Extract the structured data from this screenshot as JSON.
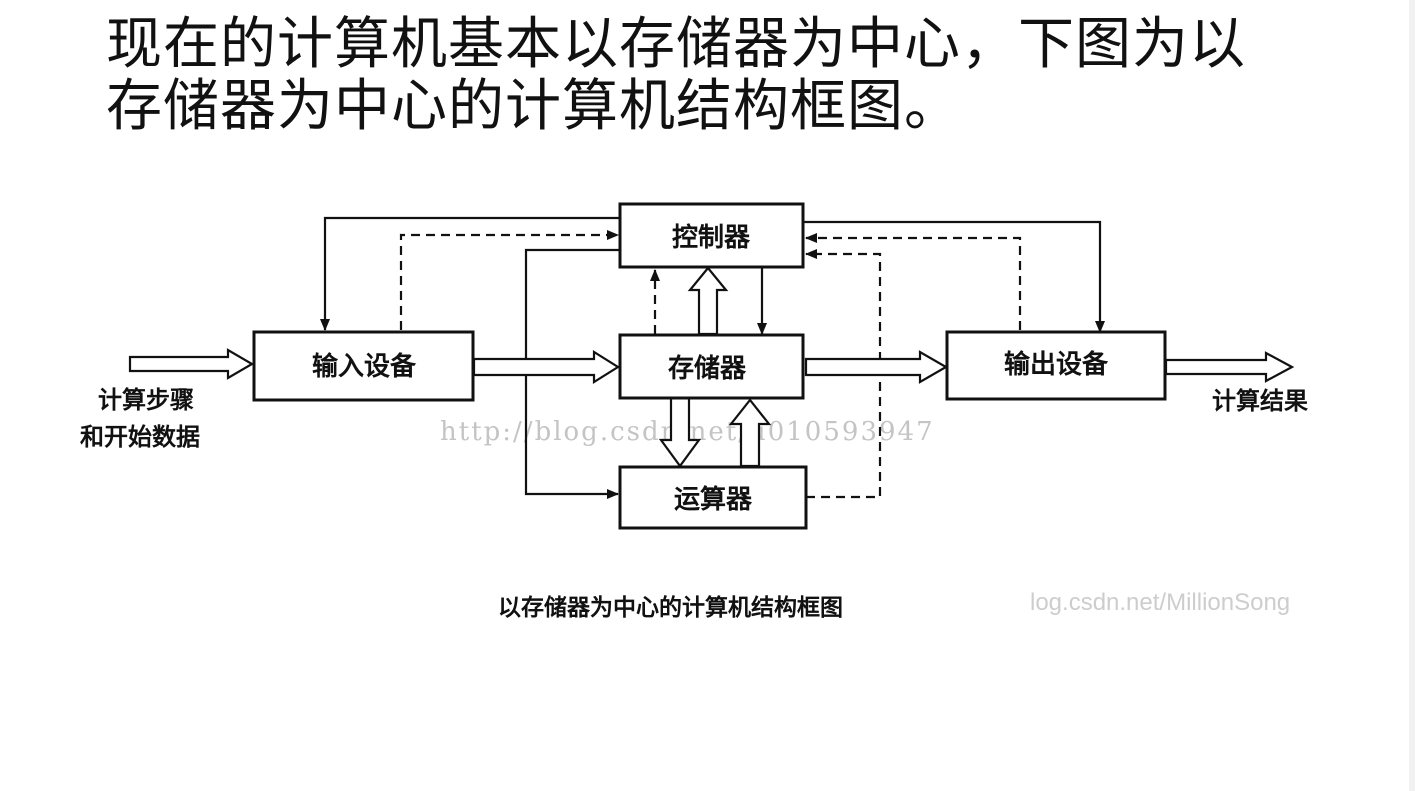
{
  "slide": {
    "title_line1": "现在的计算机基本以存储器为中心，下图为以",
    "title_line2": "存储器为中心的计算机结构框图。"
  },
  "diagram": {
    "nodes": {
      "controller": "控制器",
      "input": "输入设备",
      "memory": "存储器",
      "output": "输出设备",
      "alu": "运算器"
    },
    "input_label_line1": "计算步骤",
    "input_label_line2": "和开始数据",
    "output_label": "计算结果",
    "caption": "以存储器为中心的计算机结构框图",
    "watermark": "http://blog.csdn.net/u010593947",
    "watermark2": "log.csdn.net/MillionSong"
  },
  "colors": {
    "ink": "#111111",
    "watermark": "#c4c4c4",
    "background": "#ffffff"
  }
}
